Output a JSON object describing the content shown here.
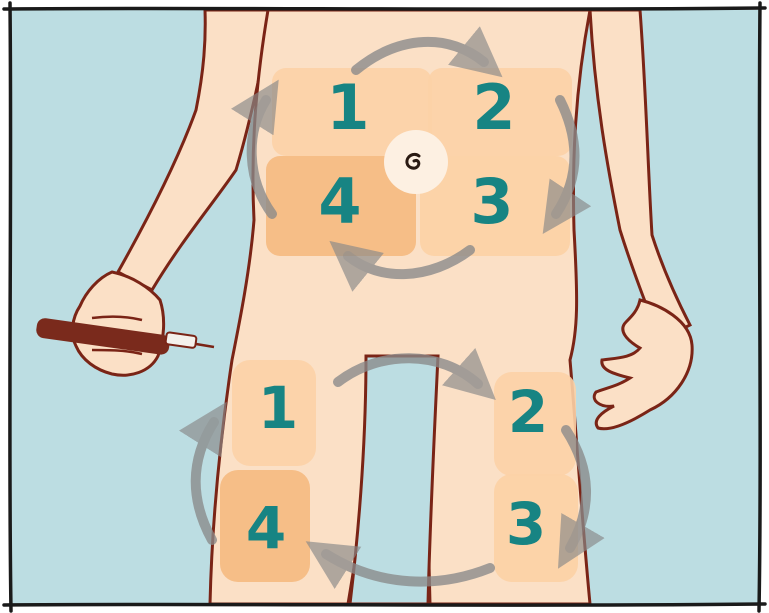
{
  "colors": {
    "background": "#bcdde2",
    "skin": "#fbe0c6",
    "outline": "#7a2416",
    "zone_light": "#fcd2a6",
    "zone_dark": "#f6bc84",
    "number": "#178483",
    "arrow": "#8a8a8a",
    "frame": "#1a1a1a",
    "pen_body": "#7a2a1c",
    "pen_needle": "#f4f1ec"
  },
  "abdomen_zones": [
    {
      "label": "1",
      "shade": "light"
    },
    {
      "label": "2",
      "shade": "light"
    },
    {
      "label": "3",
      "shade": "light"
    },
    {
      "label": "4",
      "shade": "dark"
    }
  ],
  "thigh_zones": [
    {
      "label": "1",
      "shade": "light"
    },
    {
      "label": "2",
      "shade": "light"
    },
    {
      "label": "3",
      "shade": "light"
    },
    {
      "label": "4",
      "shade": "dark"
    }
  ],
  "navel": {
    "icon": "navel-spiral-icon"
  },
  "rotation": {
    "abdomen": "clockwise",
    "thighs": "clockwise"
  },
  "hand_tool": {
    "icon": "insulin-pen-icon"
  }
}
